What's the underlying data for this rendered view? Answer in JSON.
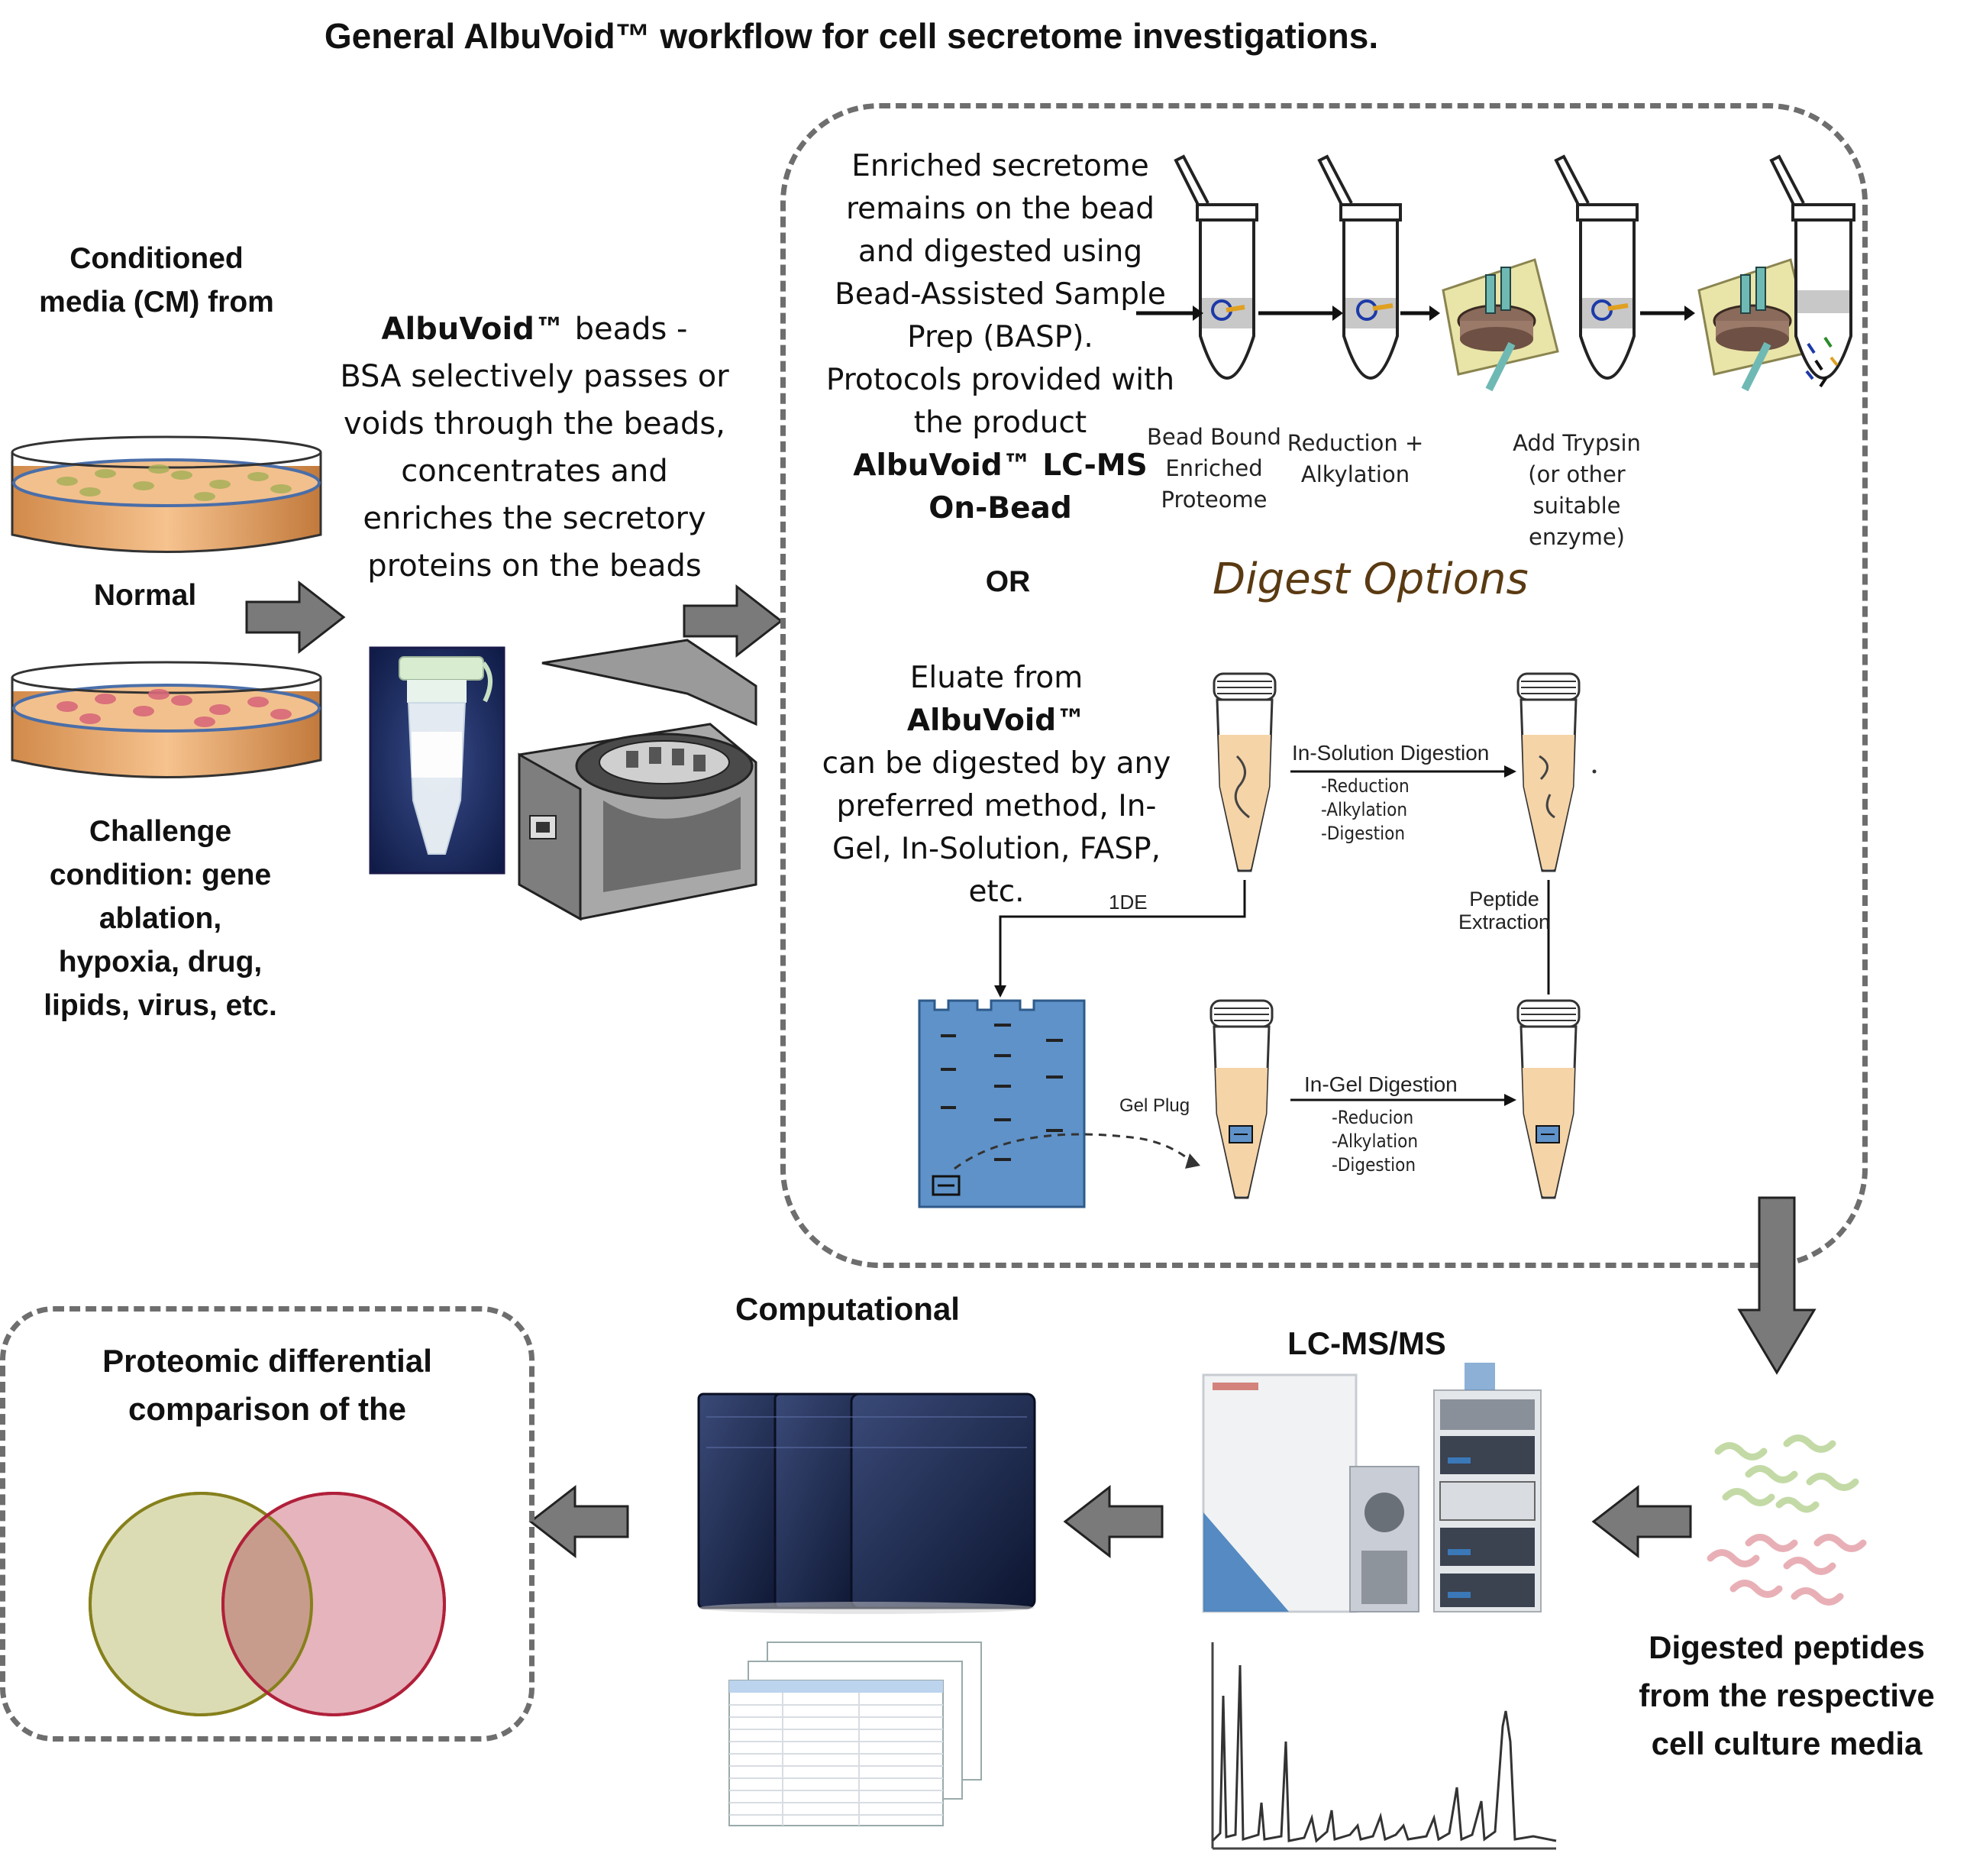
{
  "title": "General AlbuVoid™ workflow for cell secretome investigations.",
  "cm": {
    "heading_line1": "Conditioned",
    "heading_line2": "media (CM) from",
    "normal_label": "Normal",
    "challenge_line1": "Challenge",
    "challenge_line2": "condition: gene",
    "challenge_line3": "ablation,",
    "challenge_line4": "hypoxia, drug,",
    "challenge_line5": "lipids, virus, etc."
  },
  "beads": {
    "line1_bold": "AlbuVoid™",
    "line1_rest": " beads -",
    "line2": "BSA selectively passes or",
    "line3": "voids through the beads,",
    "line4": "concentrates and",
    "line5": "enriches the secretory",
    "line6": "proteins on the beads"
  },
  "onbead": {
    "line1": "Enriched secretome",
    "line2": "remains on the bead",
    "line3": "and digested using",
    "line4": "Bead-Assisted Sample",
    "line5": "Prep (BASP).",
    "line6": "Protocols provided with",
    "line7": "the product",
    "line8": "AlbuVoid™ LC-MS",
    "line9": "On-Bead",
    "step1_line1": "Bead Bound",
    "step1_line2": "Enriched",
    "step1_line3": "Proteome",
    "step2_line1": "Reduction +",
    "step2_line2": "Alkylation",
    "step3_line1": "Add Trypsin",
    "step3_line2": "(or other",
    "step3_line3": "suitable",
    "step3_line4": "enzyme)"
  },
  "or_label": "OR",
  "digest_options_label": "Digest Options",
  "eluate": {
    "line1_pre": "Eluate from ",
    "line1_bold": "AlbuVoid™",
    "line2": "can be digested by any",
    "line3": "preferred method, In-",
    "line4": "Gel, In-Solution, FASP,",
    "line5": "etc.",
    "in_solution_title": "In-Solution Digestion",
    "in_solution_steps": [
      "-Reduction",
      "-Alkylation",
      "-Digestion"
    ],
    "onede_label": "1DE",
    "peptide_extraction_line1": "Peptide",
    "peptide_extraction_line2": "Extraction",
    "gel_plug_label": "Gel Plug",
    "in_gel_title": "In-Gel Digestion",
    "in_gel_steps": [
      "-Reducion",
      "-Alkylation",
      "-Digestion"
    ]
  },
  "digested": {
    "line1": "Digested peptides",
    "line2": "from the respective",
    "line3": "cell culture media"
  },
  "lcms_label": "LC-MS/MS",
  "computational_label": "Computational",
  "proteomic": {
    "line1": "Proteomic differential",
    "line2": "comparison of the"
  },
  "colors": {
    "arrow_gray": "#7a7a7a",
    "dash_gray": "#6e6e6e",
    "digest_options_brown": "#5a3a12",
    "venn_left": "#dcdcb4",
    "venn_right": "#e6b4bc"
  }
}
